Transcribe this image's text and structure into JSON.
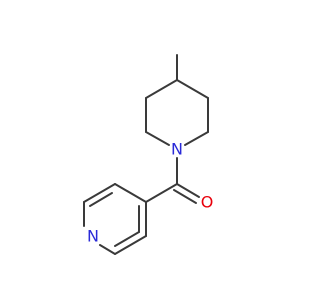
{
  "molecule": {
    "atoms": [
      {
        "id": "nitrogen-piperidine",
        "label": "N",
        "color": "#2a2ad8"
      },
      {
        "id": "oxygen-carbonyl",
        "label": "O",
        "color": "#e8000b"
      },
      {
        "id": "nitrogen-pyridine",
        "label": "N",
        "color": "#2a2ad8"
      }
    ],
    "bond_color": "#3a3a3a"
  }
}
